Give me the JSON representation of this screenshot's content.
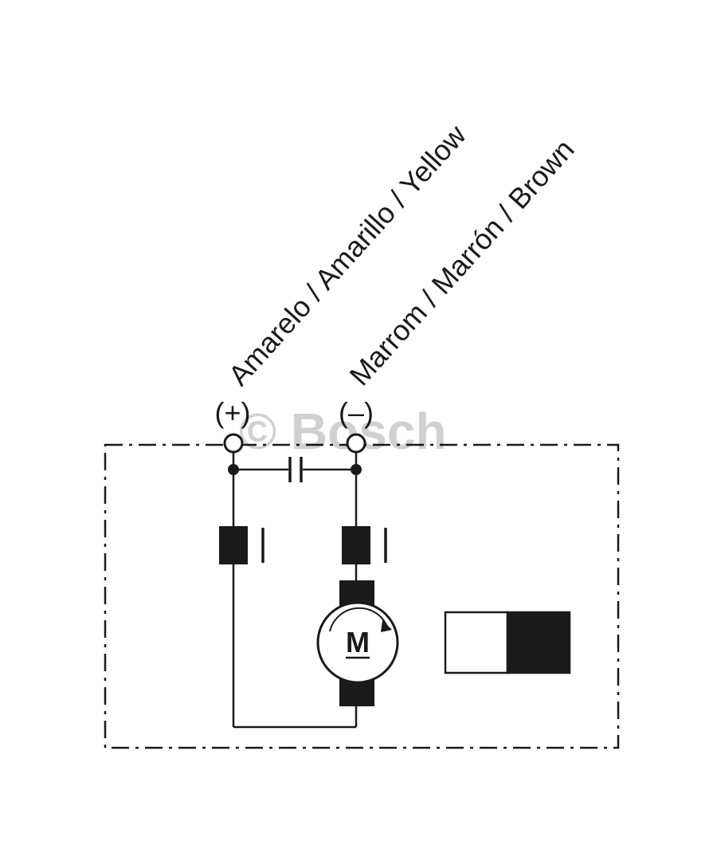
{
  "labels": {
    "positive_wire": "Amarelo / Amarillo / Yellow",
    "negative_wire": "Marrom / Marrón / Brown",
    "positive_terminal": "(+)",
    "negative_terminal": "(–)",
    "motor": "M"
  },
  "watermark": "© Bosch",
  "colors": {
    "line": "#1a1a1a",
    "fill": "#1a1a1a",
    "background": "#ffffff"
  },
  "icons": {
    "motor": "dc-motor-symbol",
    "capacitor": "capacitor-symbol",
    "inductor": "choke-coil-symbol",
    "connector": "connector-plug-symbol"
  }
}
